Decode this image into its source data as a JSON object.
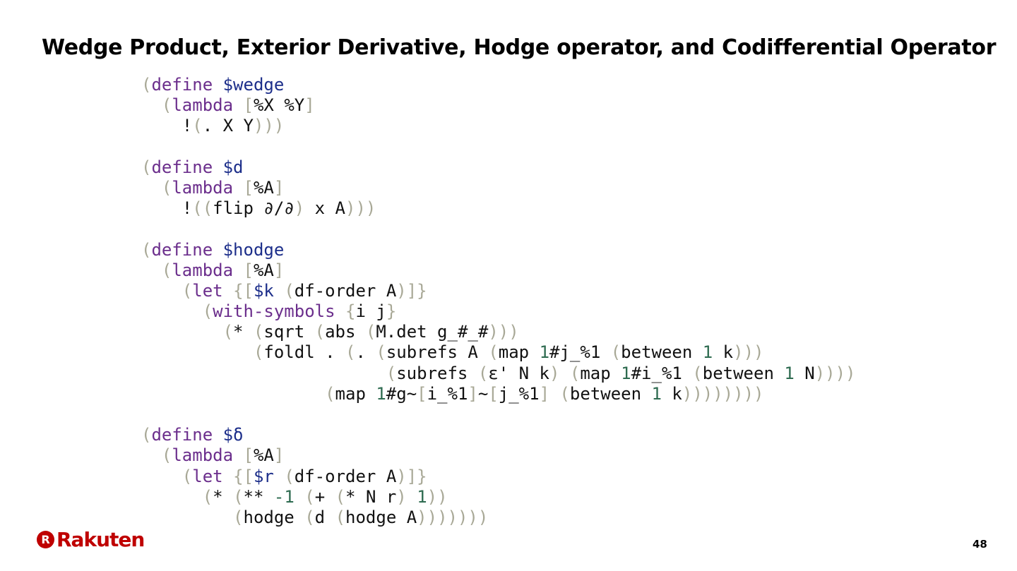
{
  "slide": {
    "title": "Wedge Product, Exterior Derivative, Hodge operator, and Codifferential Operator",
    "page_number": "48",
    "logo": {
      "mark": "R",
      "text": "Rakuten"
    }
  },
  "code_lines": [
    [
      [
        "p",
        "("
      ],
      [
        "kw",
        "define"
      ],
      [
        "t",
        " "
      ],
      [
        "v",
        "$wedge"
      ]
    ],
    [
      [
        "t",
        "  "
      ],
      [
        "p",
        "("
      ],
      [
        "kw",
        "lambda"
      ],
      [
        "t",
        " "
      ],
      [
        "p",
        "["
      ],
      [
        "t",
        "%X %Y"
      ],
      [
        "p",
        "]"
      ]
    ],
    [
      [
        "t",
        "    !"
      ],
      [
        "p",
        "("
      ],
      [
        "t",
        ". X Y"
      ],
      [
        "p",
        ")))"
      ]
    ],
    [],
    [
      [
        "p",
        "("
      ],
      [
        "kw",
        "define"
      ],
      [
        "t",
        " "
      ],
      [
        "v",
        "$d"
      ]
    ],
    [
      [
        "t",
        "  "
      ],
      [
        "p",
        "("
      ],
      [
        "kw",
        "lambda"
      ],
      [
        "t",
        " "
      ],
      [
        "p",
        "["
      ],
      [
        "t",
        "%A"
      ],
      [
        "p",
        "]"
      ]
    ],
    [
      [
        "t",
        "    !"
      ],
      [
        "p",
        "(("
      ],
      [
        "t",
        "flip ∂/∂"
      ],
      [
        "p",
        ")"
      ],
      [
        "t",
        " x A"
      ],
      [
        "p",
        ")))"
      ]
    ],
    [],
    [
      [
        "p",
        "("
      ],
      [
        "kw",
        "define"
      ],
      [
        "t",
        " "
      ],
      [
        "v",
        "$hodge"
      ]
    ],
    [
      [
        "t",
        "  "
      ],
      [
        "p",
        "("
      ],
      [
        "kw",
        "lambda"
      ],
      [
        "t",
        " "
      ],
      [
        "p",
        "["
      ],
      [
        "t",
        "%A"
      ],
      [
        "p",
        "]"
      ]
    ],
    [
      [
        "t",
        "    "
      ],
      [
        "p",
        "("
      ],
      [
        "kw",
        "let"
      ],
      [
        "t",
        " "
      ],
      [
        "p",
        "{["
      ],
      [
        "v",
        "$k"
      ],
      [
        "t",
        " "
      ],
      [
        "p",
        "("
      ],
      [
        "t",
        "df-order A"
      ],
      [
        "p",
        ")]}"
      ]
    ],
    [
      [
        "t",
        "      "
      ],
      [
        "p",
        "("
      ],
      [
        "kw",
        "with-symbols"
      ],
      [
        "t",
        " "
      ],
      [
        "p",
        "{"
      ],
      [
        "t",
        "i j"
      ],
      [
        "p",
        "}"
      ]
    ],
    [
      [
        "t",
        "        "
      ],
      [
        "p",
        "("
      ],
      [
        "t",
        "* "
      ],
      [
        "p",
        "("
      ],
      [
        "t",
        "sqrt "
      ],
      [
        "p",
        "("
      ],
      [
        "t",
        "abs "
      ],
      [
        "p",
        "("
      ],
      [
        "t",
        "M.det g_#_#"
      ],
      [
        "p",
        ")))"
      ]
    ],
    [
      [
        "t",
        "           "
      ],
      [
        "p",
        "("
      ],
      [
        "t",
        "foldl . "
      ],
      [
        "p",
        "("
      ],
      [
        "t",
        ". "
      ],
      [
        "p",
        "("
      ],
      [
        "t",
        "subrefs A "
      ],
      [
        "p",
        "("
      ],
      [
        "t",
        "map "
      ],
      [
        "n",
        "1"
      ],
      [
        "t",
        "#j_%1 "
      ],
      [
        "p",
        "("
      ],
      [
        "t",
        "between "
      ],
      [
        "n",
        "1"
      ],
      [
        "t",
        " k"
      ],
      [
        "p",
        ")))"
      ]
    ],
    [
      [
        "t",
        "                        "
      ],
      [
        "p",
        "("
      ],
      [
        "t",
        "subrefs "
      ],
      [
        "p",
        "("
      ],
      [
        "t",
        "ε' N k"
      ],
      [
        "p",
        ")"
      ],
      [
        "t",
        " "
      ],
      [
        "p",
        "("
      ],
      [
        "t",
        "map "
      ],
      [
        "n",
        "1"
      ],
      [
        "t",
        "#i_%1 "
      ],
      [
        "p",
        "("
      ],
      [
        "t",
        "between "
      ],
      [
        "n",
        "1"
      ],
      [
        "t",
        " N"
      ],
      [
        "p",
        "))))"
      ]
    ],
    [
      [
        "t",
        "                  "
      ],
      [
        "p",
        "("
      ],
      [
        "t",
        "map "
      ],
      [
        "n",
        "1"
      ],
      [
        "t",
        "#g~"
      ],
      [
        "p",
        "["
      ],
      [
        "t",
        "i_%1"
      ],
      [
        "p",
        "]"
      ],
      [
        "t",
        "~"
      ],
      [
        "p",
        "["
      ],
      [
        "t",
        "j_%1"
      ],
      [
        "p",
        "]"
      ],
      [
        "t",
        " "
      ],
      [
        "p",
        "("
      ],
      [
        "t",
        "between "
      ],
      [
        "n",
        "1"
      ],
      [
        "t",
        " k"
      ],
      [
        "p",
        "))))))))"
      ]
    ],
    [],
    [
      [
        "p",
        "("
      ],
      [
        "kw",
        "define"
      ],
      [
        "t",
        " "
      ],
      [
        "v",
        "$δ"
      ]
    ],
    [
      [
        "t",
        "  "
      ],
      [
        "p",
        "("
      ],
      [
        "kw",
        "lambda"
      ],
      [
        "t",
        " "
      ],
      [
        "p",
        "["
      ],
      [
        "t",
        "%A"
      ],
      [
        "p",
        "]"
      ]
    ],
    [
      [
        "t",
        "    "
      ],
      [
        "p",
        "("
      ],
      [
        "kw",
        "let"
      ],
      [
        "t",
        " "
      ],
      [
        "p",
        "{["
      ],
      [
        "v",
        "$r"
      ],
      [
        "t",
        " "
      ],
      [
        "p",
        "("
      ],
      [
        "t",
        "df-order A"
      ],
      [
        "p",
        ")]}"
      ]
    ],
    [
      [
        "t",
        "      "
      ],
      [
        "p",
        "("
      ],
      [
        "t",
        "* "
      ],
      [
        "p",
        "("
      ],
      [
        "t",
        "** "
      ],
      [
        "n",
        "-1"
      ],
      [
        "t",
        " "
      ],
      [
        "p",
        "("
      ],
      [
        "t",
        "+ "
      ],
      [
        "p",
        "("
      ],
      [
        "t",
        "* N r"
      ],
      [
        "p",
        ")"
      ],
      [
        "t",
        " "
      ],
      [
        "n",
        "1"
      ],
      [
        "p",
        "))"
      ]
    ],
    [
      [
        "t",
        "         "
      ],
      [
        "p",
        "("
      ],
      [
        "t",
        "hodge "
      ],
      [
        "p",
        "("
      ],
      [
        "t",
        "d "
      ],
      [
        "p",
        "("
      ],
      [
        "t",
        "hodge A"
      ],
      [
        "p",
        ")))))))"
      ]
    ]
  ]
}
